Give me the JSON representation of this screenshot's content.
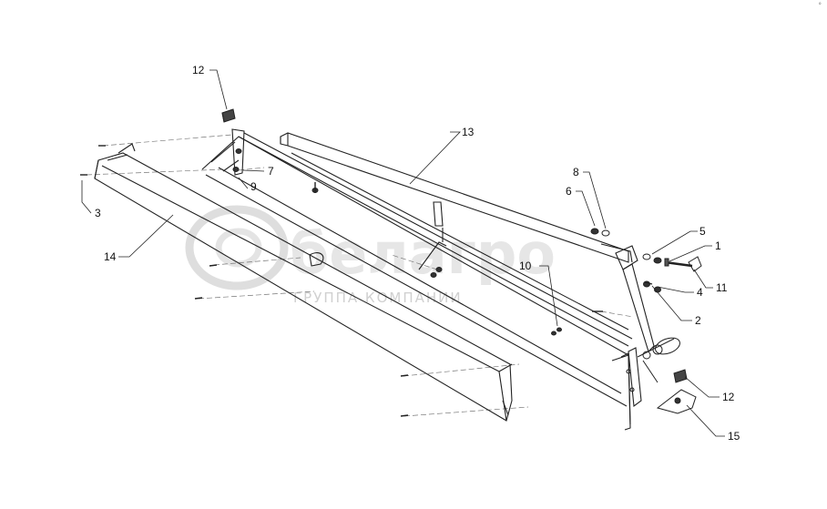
{
  "watermark": {
    "brand": "белагро",
    "subtitle": "ГРУППА КОМПАНИИ"
  },
  "corner_mark": "°",
  "callouts": [
    {
      "id": "c12a",
      "label": "12"
    },
    {
      "id": "c13",
      "label": "13"
    },
    {
      "id": "c7",
      "label": "7"
    },
    {
      "id": "c9",
      "label": "9"
    },
    {
      "id": "c3",
      "label": "3"
    },
    {
      "id": "c14",
      "label": "14"
    },
    {
      "id": "c8",
      "label": "8"
    },
    {
      "id": "c6",
      "label": "6"
    },
    {
      "id": "c5",
      "label": "5"
    },
    {
      "id": "c1",
      "label": "1"
    },
    {
      "id": "c10",
      "label": "10"
    },
    {
      "id": "c4",
      "label": "4"
    },
    {
      "id": "c11",
      "label": "11"
    },
    {
      "id": "c2",
      "label": "2"
    },
    {
      "id": "c12b",
      "label": "12"
    },
    {
      "id": "c15",
      "label": "15"
    }
  ]
}
